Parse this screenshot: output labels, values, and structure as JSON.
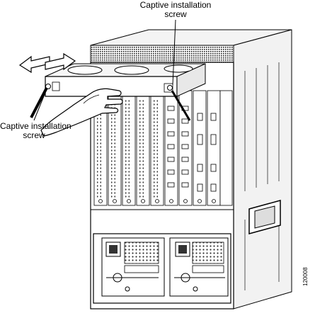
{
  "callouts": {
    "top": {
      "line1": "Captive installation",
      "line2": "screw"
    },
    "left": {
      "line1": "Captive installation",
      "line2": "screw"
    }
  },
  "figure_id": "120008",
  "icons": [
    "arrow-left-icon",
    "arrow-right-icon",
    "hand-icon",
    "fan-tray-icon"
  ]
}
